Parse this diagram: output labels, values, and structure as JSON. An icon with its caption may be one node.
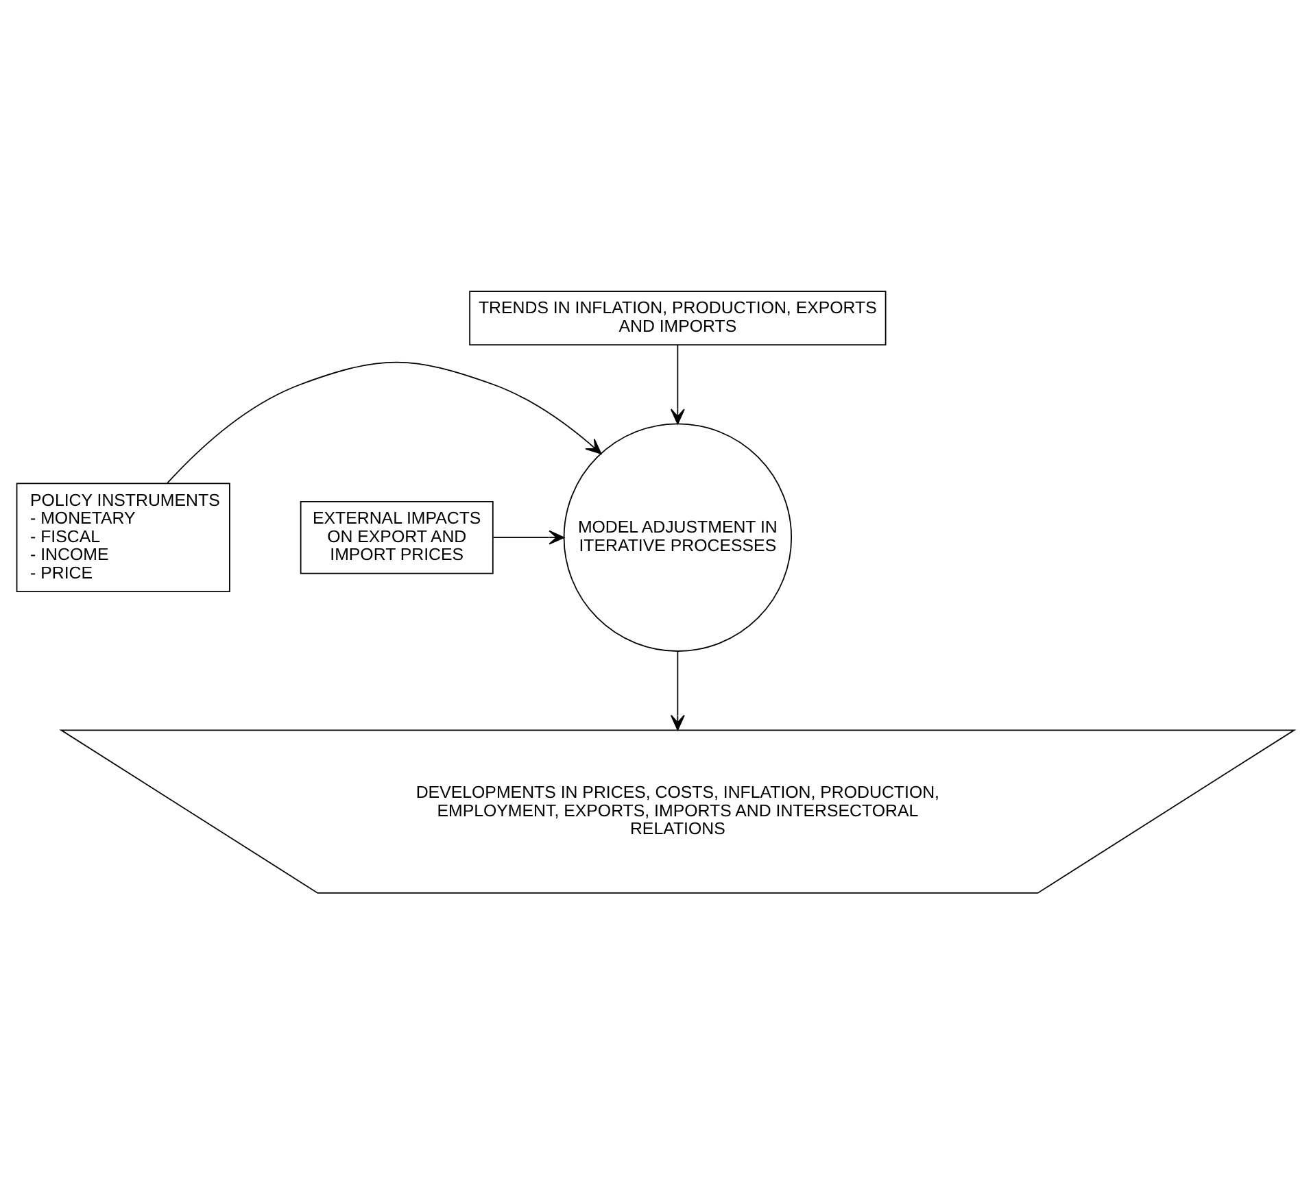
{
  "diagram": {
    "nodes": [
      {
        "text": [
          "TRENDS IN INFLATION, PRODUCTION, EXPORTS AND IMPORTS"
        ]
      },
      {
        "text": [
          "POLICY INSTRUMENTS",
          "- MONETARY",
          "- FISCAL",
          "- INCOME",
          "- PRICE"
        ]
      },
      {
        "text": [
          "MODEL ADJUSTMENT IN ITERATIVE PROCESSES"
        ]
      },
      {
        "text": [
          "EXTERNAL IMPACTS ON EXPORT AND IMPORT PRICES"
        ]
      },
      {
        "text": [
          "DEVELOPMENTS IN PRICES, COSTS, INFLATION, PRODUCTION, EMPLOYMENT, EXPORTS, IMPORTS AND INTERSECTORAL RELATIONS"
        ]
      }
    ],
    "edges": [
      {
        "from": 0,
        "to": 2,
        "arrow": "to"
      },
      {
        "from": 1,
        "to": 2,
        "arrow": "to"
      },
      {
        "from": 3,
        "to": 2,
        "arrow": "to"
      },
      {
        "from": 2,
        "to": 4,
        "arrow": "to"
      }
    ]
  }
}
